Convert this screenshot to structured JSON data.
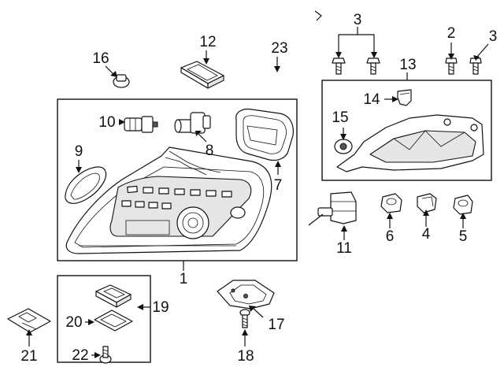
{
  "diagram": {
    "callouts": {
      "p1": "1",
      "p2": "2",
      "p3a": "3",
      "p3b": "3",
      "p4": "4",
      "p5": "5",
      "p6": "6",
      "p7": "7",
      "p8": "8",
      "p9": "9",
      "p10": "10",
      "p11": "11",
      "p12": "12",
      "p13": "13",
      "p14": "14",
      "p15": "15",
      "p16": "16",
      "p17": "17",
      "p18": "18",
      "p19": "19",
      "p20": "20",
      "p21": "21",
      "p22": "22",
      "p23": "23"
    }
  }
}
